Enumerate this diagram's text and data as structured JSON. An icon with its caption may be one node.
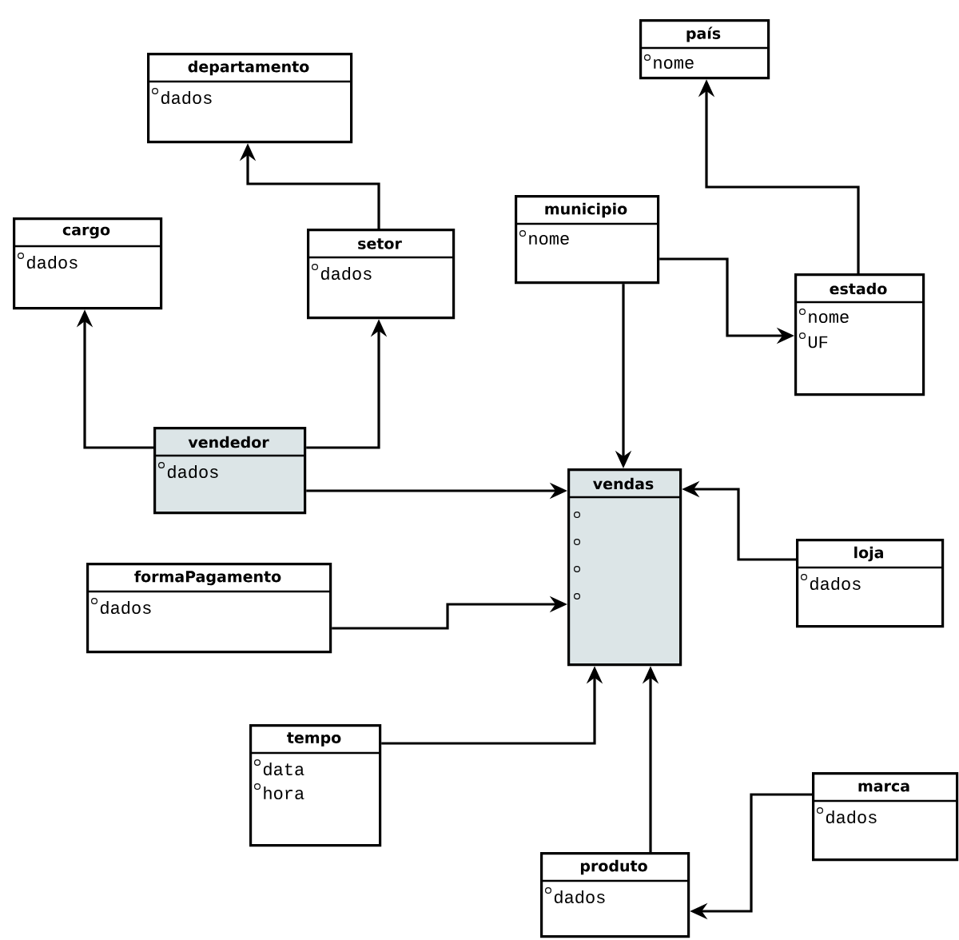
{
  "diagram": {
    "nodes": [
      {
        "text": [
          "país",
          "nome"
        ]
      },
      {
        "text": [
          "departamento",
          "dados"
        ]
      },
      {
        "text": [
          "municipio",
          "nome"
        ]
      },
      {
        "text": [
          "cargo",
          "dados"
        ]
      },
      {
        "text": [
          "setor",
          "dados"
        ]
      },
      {
        "text": [
          "estado",
          "nome",
          "UF"
        ]
      },
      {
        "text": [
          "vendedor",
          "dados"
        ]
      },
      {
        "text": [
          "vendas"
        ]
      },
      {
        "text": [
          "formaPagamento",
          "dados"
        ]
      },
      {
        "text": [
          "loja",
          "dados"
        ]
      },
      {
        "text": [
          "tempo",
          "data",
          "hora"
        ]
      },
      {
        "text": [
          "marca",
          "dados"
        ]
      },
      {
        "text": [
          "produto",
          "dados"
        ]
      }
    ],
    "edges": [
      {
        "from": 6,
        "to": 3,
        "arrow": "to"
      },
      {
        "from": 6,
        "to": 4,
        "arrow": "to"
      },
      {
        "from": 4,
        "to": 1,
        "arrow": "to"
      },
      {
        "from": 6,
        "to": 7,
        "arrow": "to"
      },
      {
        "from": 2,
        "to": 7,
        "arrow": "to"
      },
      {
        "from": 2,
        "to": 5,
        "arrow": "to"
      },
      {
        "from": 5,
        "to": 0,
        "arrow": "to"
      },
      {
        "from": 9,
        "to": 7,
        "arrow": "to"
      },
      {
        "from": 8,
        "to": 7,
        "arrow": "to"
      },
      {
        "from": 10,
        "to": 7,
        "arrow": "to"
      },
      {
        "from": 12,
        "to": 7,
        "arrow": "to"
      },
      {
        "from": 11,
        "to": 12,
        "arrow": "to"
      }
    ]
  }
}
